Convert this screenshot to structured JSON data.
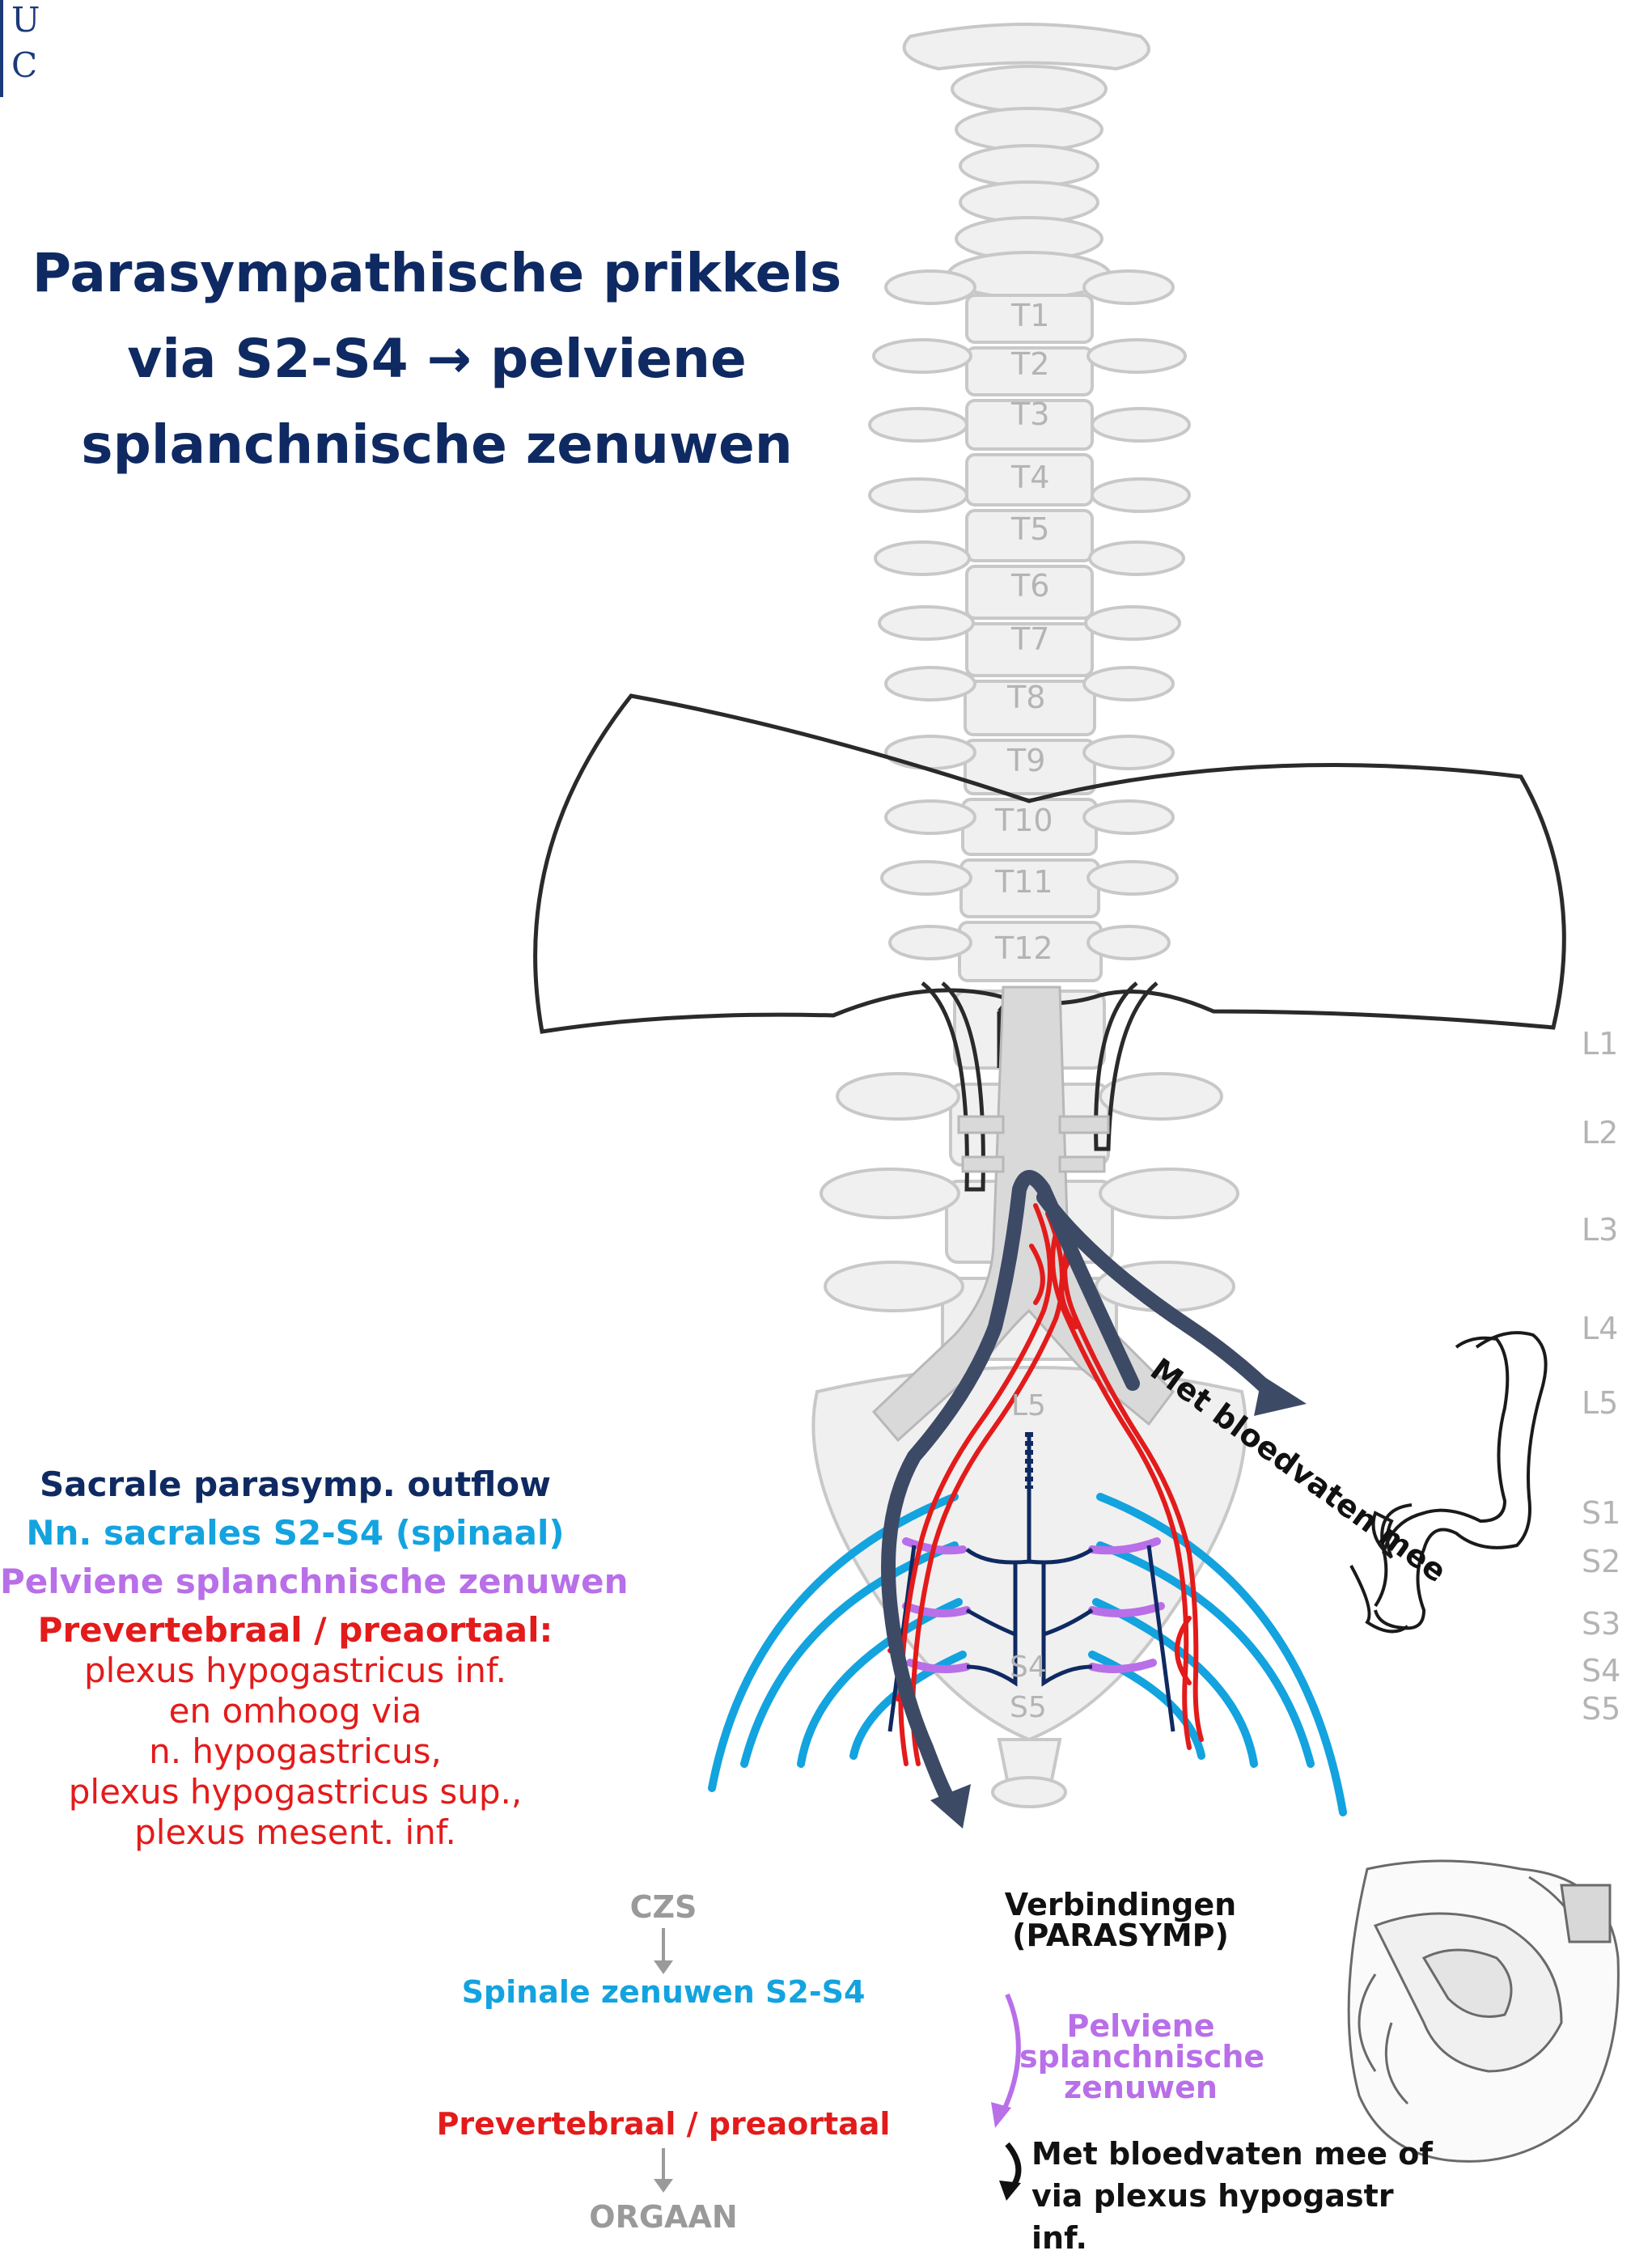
{
  "logo": {
    "u": "U",
    "c": "C"
  },
  "title": {
    "line1": "Parasympathische prikkels",
    "line2": "via S2-S4 → pelviene",
    "line3": "splanchnische zenuwen"
  },
  "vertebrae": {
    "thoracic": [
      "T1",
      "T2",
      "T3",
      "T4",
      "T5",
      "T6",
      "T7",
      "T8",
      "T9",
      "T10",
      "T11",
      "T12"
    ],
    "lumbar": [
      "L1",
      "L2",
      "L3",
      "L4",
      "L5"
    ],
    "sacral_side": [
      "S1",
      "S2",
      "S3",
      "S4",
      "S5"
    ],
    "sacral_center": [
      "S4",
      "S5"
    ],
    "l5_center": "L5"
  },
  "annotation": {
    "bloodvessels": "Met bloedvaten mee"
  },
  "legend": {
    "outflow": "Sacrale parasymp. outflow",
    "spinal": "Nn. sacrales S2-S4 (spinaal)",
    "pelvic": "Pelviene splanchnische zenuwen",
    "prevertebral_title": "Prevertebraal / preaortaal:",
    "prevertebral_lines": [
      "plexus hypogastricus inf.",
      "en omhoog via",
      "n. hypogastricus,",
      "plexus hypogastricus sup.,",
      "plexus mesent. inf."
    ]
  },
  "flow": {
    "czs": "CZS",
    "spinal": "Spinale zenuwen  S2-S4",
    "prevertebral": "Prevertebraal / preaortaal",
    "organ": "ORGAAN"
  },
  "connections": {
    "title1": "Verbindingen",
    "title2": "(PARASYMP)",
    "pelvic1": "Pelviene",
    "pelvic2": "splanchnische",
    "pelvic3": "zenuwen",
    "bv1": "Met bloedvaten mee of",
    "bv2": "via plexus hypogastr inf."
  },
  "colors": {
    "navy": "#0f2a62",
    "blue": "#13a3df",
    "purple": "#b86fe8",
    "red": "#e31b1b",
    "grey": "#b4b4b4",
    "arrow": "#3d4a66"
  }
}
